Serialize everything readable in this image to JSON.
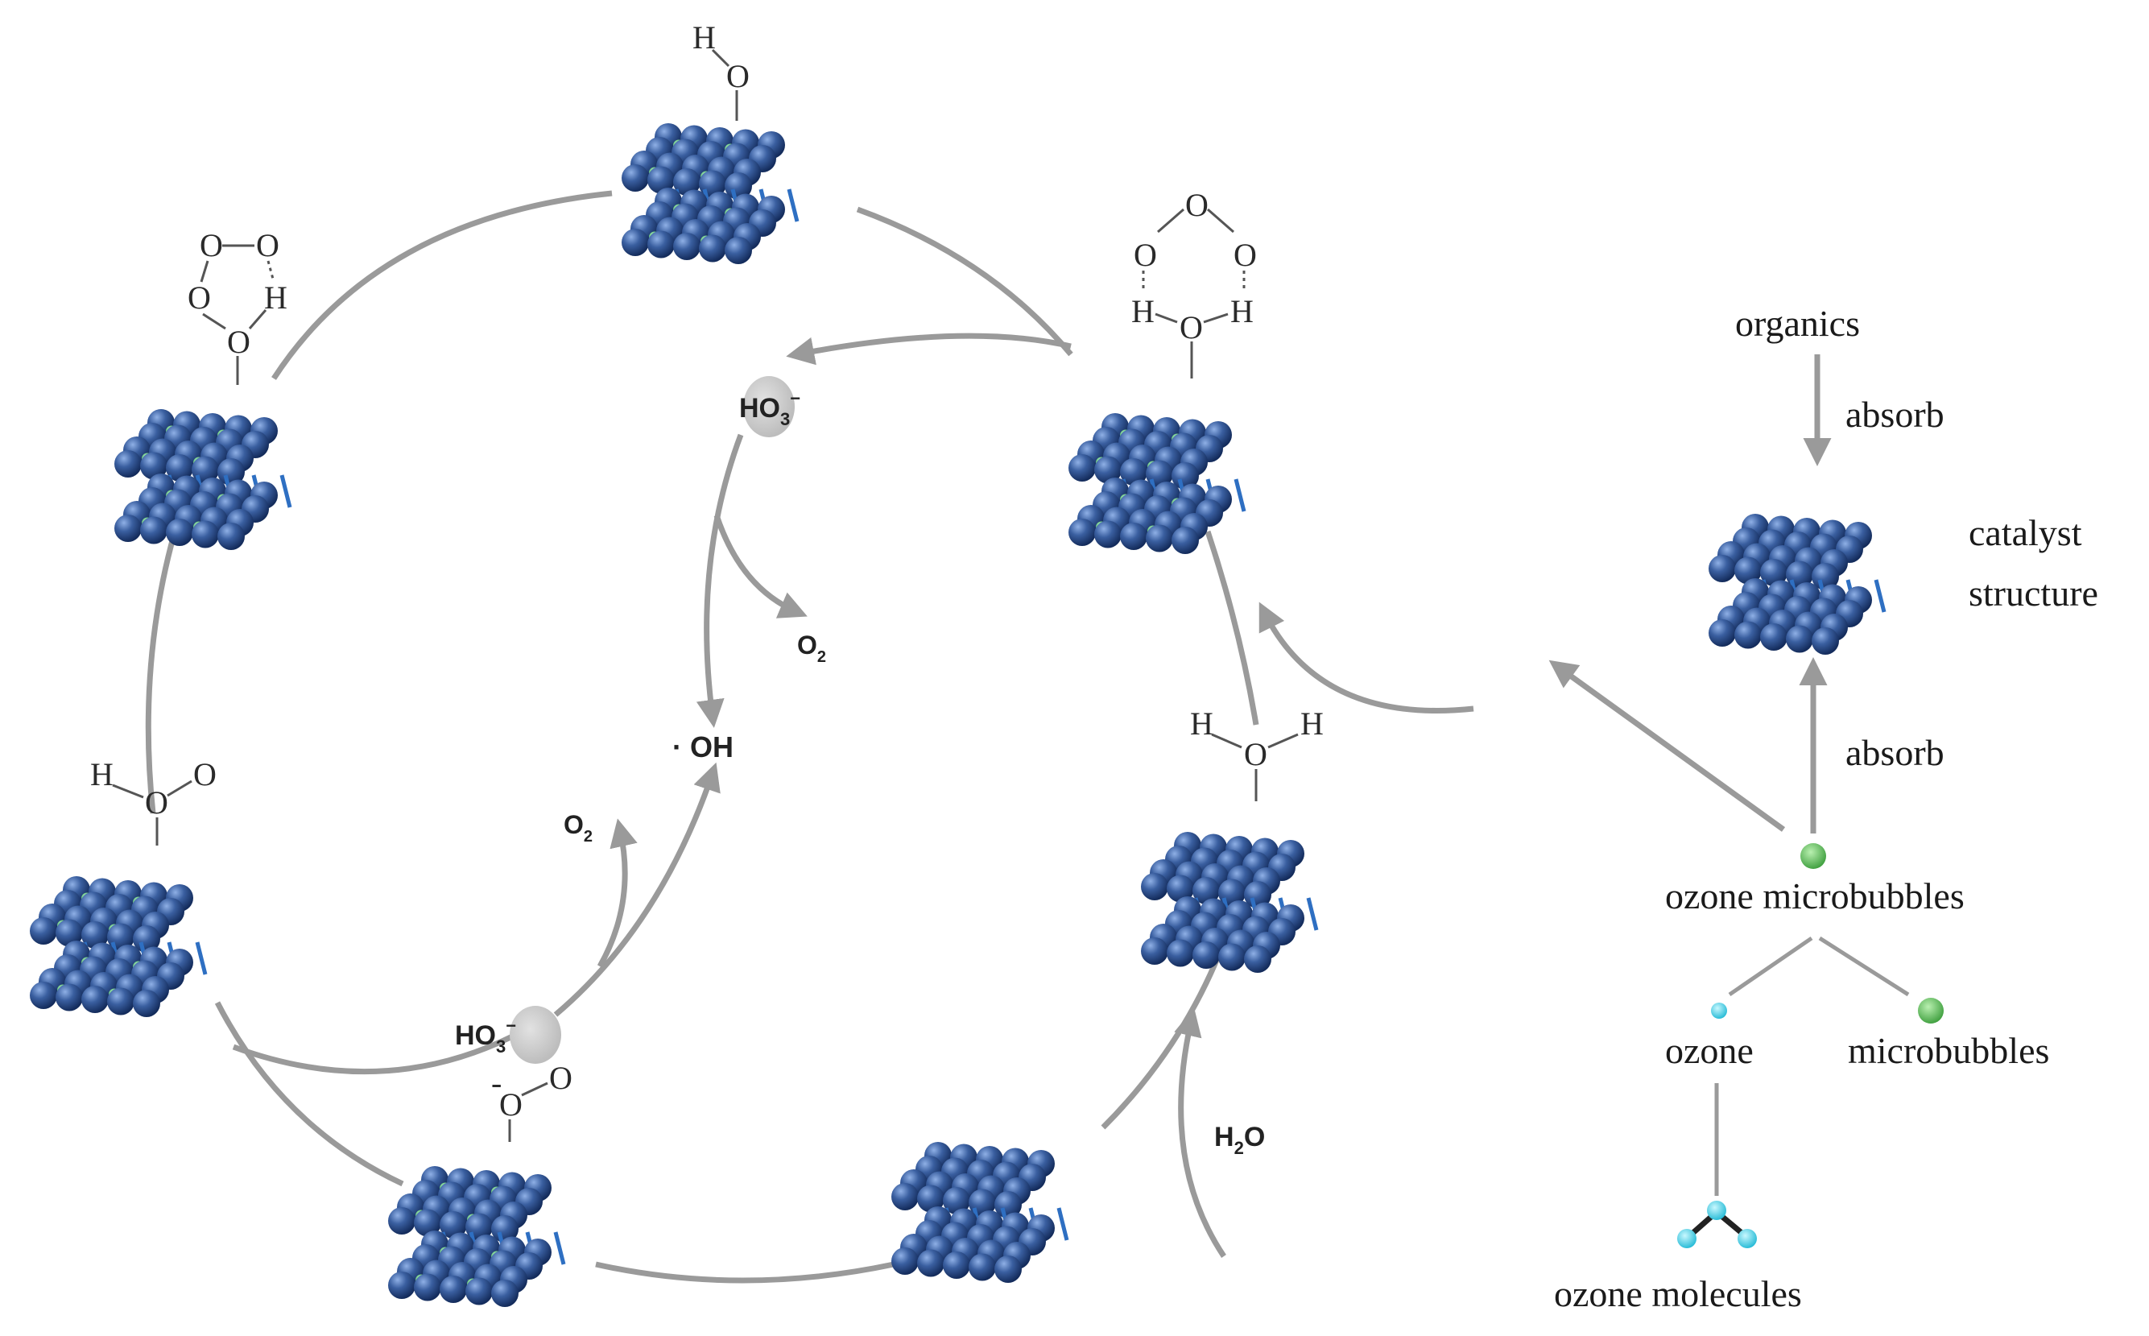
{
  "labels": {
    "organics": "organics",
    "absorb_top": "absorb",
    "catalyst_structure_line1": "catalyst",
    "catalyst_structure_line2": "structure",
    "absorb_bottom": "absorb",
    "ozone_microbubbles": "ozone microbubbles",
    "ozone": "ozone",
    "microbubbles": "microbubbles",
    "ozone_molecules": "ozone molecules"
  },
  "species": {
    "ho3_upper": "HO",
    "ho3_upper_sub": "3",
    "ho3_upper_sup": "−",
    "o2_upper": "O",
    "o2_upper_sub": "2",
    "oh_radical": "· OH",
    "o2_lower": "O",
    "o2_lower_sub": "2",
    "ho3_lower": "HO",
    "ho3_lower_sub": "3",
    "ho3_lower_sup": "−",
    "h2o": "H",
    "h2o_sub": "2",
    "h2o_tail": "O"
  },
  "adsorbates": {
    "top": {
      "h": "H",
      "o": "O"
    },
    "upper_left": {
      "o1": "O",
      "o2": "O",
      "o3": "O",
      "h": "H",
      "o4": "O"
    },
    "upper_right": {
      "o_top": "O",
      "o_left": "O",
      "o_right": "O",
      "h_left": "H",
      "o_center": "O",
      "h_right": "H"
    },
    "left": {
      "h": "H",
      "o1": "O",
      "o2": "O"
    },
    "right": {
      "h_left": "H",
      "o": "O",
      "h_right": "H"
    },
    "bottom_left": {
      "minus": "-",
      "o1": "O",
      "o2": "O"
    }
  },
  "colors": {
    "sphere_blue": "#3a5fa0",
    "dopant_green": "#4cc36a",
    "arrow_grey": "#9a9a9a",
    "ozone_cyan": "#33d0e6",
    "bubble_green": "#4bb54b"
  }
}
